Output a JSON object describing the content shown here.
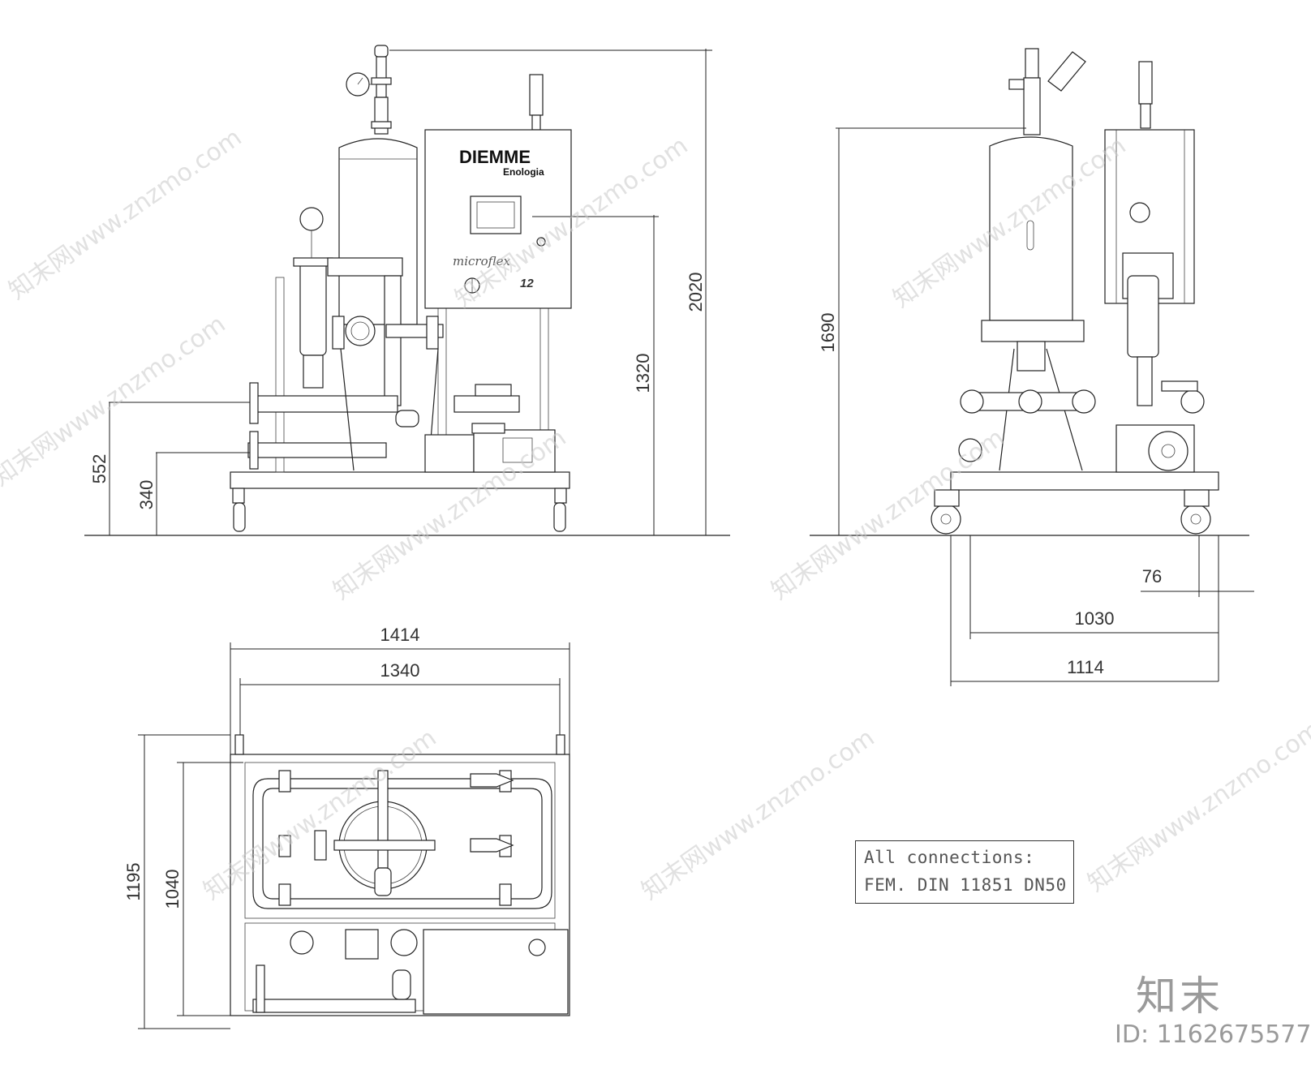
{
  "brand": {
    "name": "DIEMME",
    "subtitle": "Enologia",
    "model_script": "microflex",
    "model_number": "12"
  },
  "dimensions": {
    "front": {
      "overall_height": "2020",
      "panel_height": "1320",
      "upper_connection": "552",
      "lower_connection": "340"
    },
    "side": {
      "tank_height": "1690",
      "wheel_offset": "76",
      "frame_width": "1030",
      "overall_width": "1114"
    },
    "top": {
      "overall_length": "1414",
      "frame_length": "1340",
      "overall_depth": "1195",
      "frame_depth": "1040"
    }
  },
  "note": {
    "line1": "All  connections:",
    "line2": "FEM.  DIN  11851  DN50"
  },
  "watermark": {
    "text": "知末网www.znzmo.com",
    "brand": "知末",
    "id": "ID: 1162675577"
  }
}
